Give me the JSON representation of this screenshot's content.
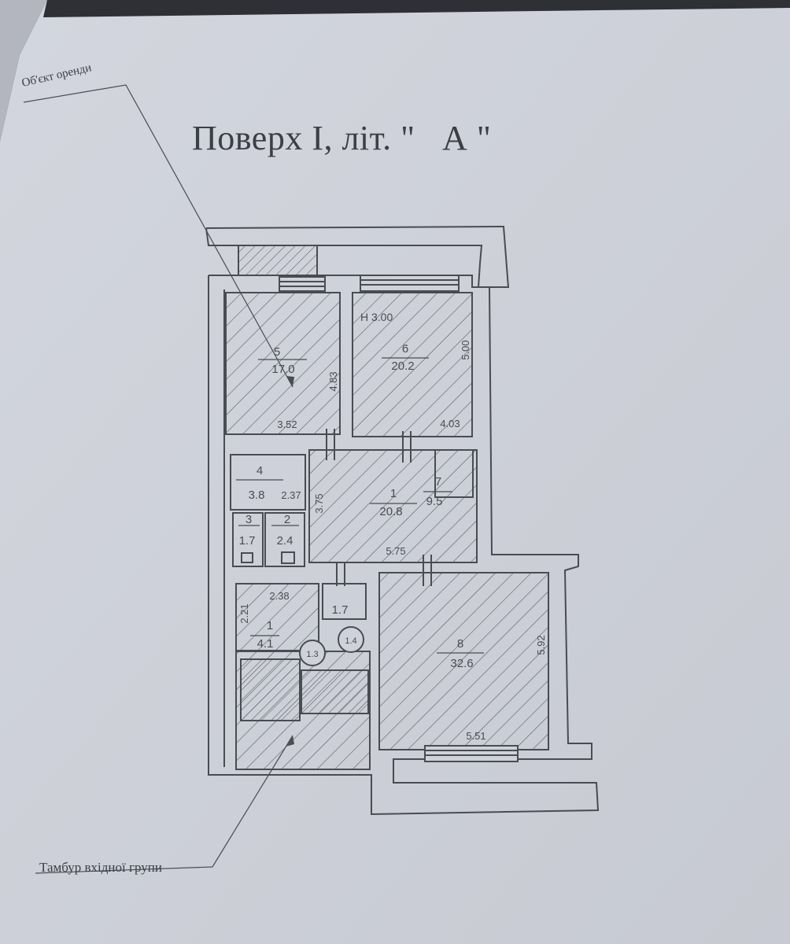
{
  "title": "Поверх I, літ. \"   А \"",
  "callouts": {
    "object": "Об'єкт оренди",
    "vestibule": "Тамбур вхідної групи"
  },
  "height_note": "Н 3.00",
  "rooms": [
    {
      "id": "5",
      "number": "5",
      "area": "17.0"
    },
    {
      "id": "6",
      "number": "6",
      "area": "20.2"
    },
    {
      "id": "4",
      "number": "4",
      "area": "3.8"
    },
    {
      "id": "1",
      "number": "1",
      "area": "20.8"
    },
    {
      "id": "7",
      "number": "7",
      "area": "9.5"
    },
    {
      "id": "3",
      "number": "3",
      "area": "1.7"
    },
    {
      "id": "2",
      "number": "2",
      "area": "2.4"
    },
    {
      "id": "8",
      "number": "8",
      "area": "32.6"
    },
    {
      "id": "s1",
      "number": "1",
      "area": "4.1"
    },
    {
      "id": "s2",
      "number": "",
      "area": "1.7"
    }
  ],
  "dimensions": [
    "4.83",
    "3.52",
    "5.00",
    "4.03",
    "2.37",
    "3.75",
    "5.75",
    "2.38",
    "2.21",
    "5.92",
    "5.51"
  ],
  "circle_marks": [
    "1.3",
    "1.4"
  ],
  "colors": {
    "paper": "#cfd2da",
    "ink": "#4a4c53",
    "hatch": "#5a5c63"
  }
}
